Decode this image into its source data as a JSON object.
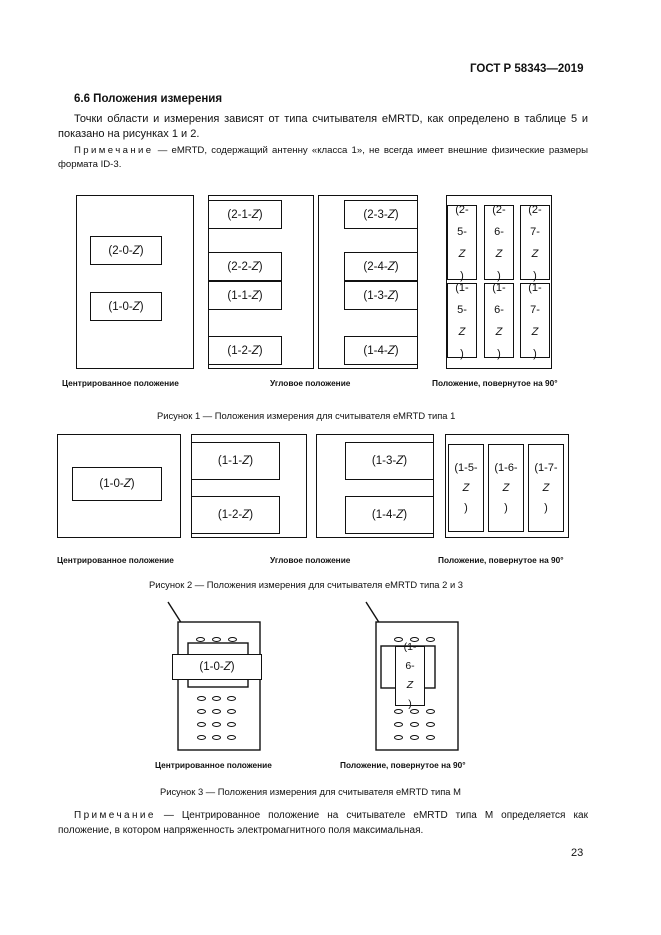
{
  "header": {
    "standard": "ГОСТ Р 58343—2019"
  },
  "section": {
    "title": "6.6 Положения измерения"
  },
  "intro": {
    "text": "Точки области и измерения зависят от типа считывателя eMRTD, как определено в таблице 5 и показано на рисунках 1 и 2."
  },
  "note1": {
    "prefix": "Примечание",
    "text": " — eMRTD, содержащий антенну «класса 1», не всегда имеет внешние физические размеры формата ID-3."
  },
  "figure1": {
    "centered": [
      "(2-0-Z)",
      "(1-0-Z)"
    ],
    "corner_left": [
      "(2-1-Z)",
      "(2-2-Z)",
      "(1-1-Z)",
      "(1-2-Z)"
    ],
    "corner_right": [
      "(2-3-Z)",
      "(2-4-Z)",
      "(1-3-Z)",
      "(1-4-Z)"
    ],
    "rotated_top": [
      "(2-\n5-\nZ)",
      "(2-\n6-\nZ)",
      "(2-\n7-\nZ)"
    ],
    "rotated_bottom": [
      "(1-\n5-\nZ)",
      "(1-\n6-\nZ)",
      "(1-\n7-\nZ)"
    ],
    "captions": [
      "Центрированное положение",
      "Угловое положение",
      "Положение, повернутое на 90°"
    ],
    "title": "Рисунок 1 — Положения измерения для считывателя eMRTD типа 1"
  },
  "figure2": {
    "centered": [
      "(1-0-Z)"
    ],
    "corner_left": [
      "(1-1-Z)",
      "(1-2-Z)"
    ],
    "corner_right": [
      "(1-3-Z)",
      "(1-4-Z)"
    ],
    "rotated": [
      "(1-5-\nZ)",
      "(1-6-\nZ)",
      "(1-7-\nZ)"
    ],
    "captions": [
      "Центрированное положение",
      "Угловое положение",
      "Положение, повернутое на 90°"
    ],
    "title": "Рисунок 2 — Положения измерения для считывателя eMRTD типа 2 и 3"
  },
  "figure3": {
    "centered": [
      "(1-0-Z)"
    ],
    "rotated": [
      "(1-\n6-\nZ)"
    ],
    "captions": [
      "Центрированное положение",
      "Положение, повернутое на 90°"
    ],
    "title": "Рисунок 3 — Положения измерения для считывателя eMRTD типа М"
  },
  "note2": {
    "prefix": "Примечание",
    "text": " — Центрированное положение на считывателе eMRTD типа М определяется как положение, в котором напряженность электромагнитного поля максимальная."
  },
  "page_number": "23"
}
